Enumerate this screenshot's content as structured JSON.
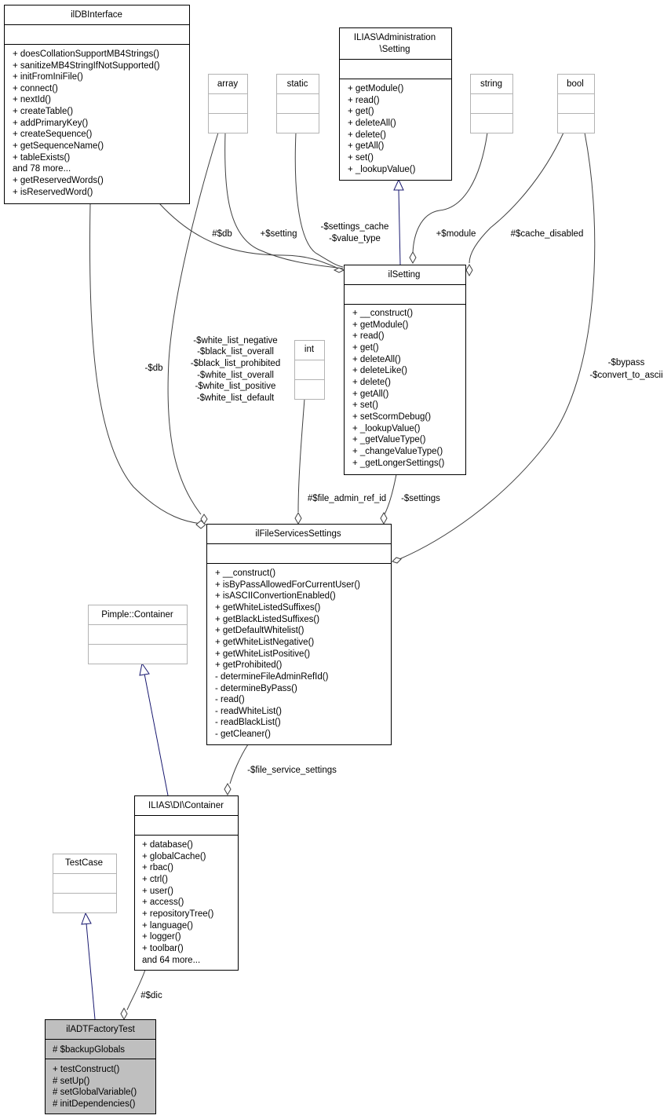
{
  "classes": {
    "dbinterface": {
      "name": "ilDBInterface",
      "attributes": [],
      "methods": [
        "+ doesCollationSupportMB4Strings()",
        "+ sanitizeMB4StringIfNotSupported()",
        "+ initFromIniFile()",
        "+ connect()",
        "+ nextId()",
        "+ createTable()",
        "+ addPrimaryKey()",
        "+ createSequence()",
        "+ getSequenceName()",
        "+ tableExists()",
        "and 78 more...",
        "+ getReservedWords()",
        "+ isReservedWord()"
      ]
    },
    "array": {
      "name": "array"
    },
    "static": {
      "name": "static"
    },
    "admin_setting": {
      "name_lines": [
        "ILIAS\\Administration",
        "\\Setting"
      ],
      "methods": [
        "+ getModule()",
        "+ read()",
        "+ get()",
        "+ deleteAll()",
        "+ delete()",
        "+ getAll()",
        "+ set()",
        "+ _lookupValue()"
      ]
    },
    "string": {
      "name": "string"
    },
    "bool": {
      "name": "bool"
    },
    "ilsetting": {
      "name": "ilSetting",
      "methods": [
        "+ __construct()",
        "+ getModule()",
        "+ read()",
        "+ get()",
        "+ deleteAll()",
        "+ deleteLike()",
        "+ delete()",
        "+ getAll()",
        "+ set()",
        "+ setScormDebug()",
        "+ _lookupValue()",
        "+ _getValueType()",
        "+ _changeValueType()",
        "+ _getLongerSettings()"
      ]
    },
    "int": {
      "name": "int"
    },
    "fileservices": {
      "name": "ilFileServicesSettings",
      "methods": [
        "+ __construct()",
        "+ isByPassAllowedForCurrentUser()",
        "+ isASCIIConvertionEnabled()",
        "+ getWhiteListedSuffixes()",
        "+ getBlackListedSuffixes()",
        "+ getDefaultWhitelist()",
        "+ getWhiteListNegative()",
        "+ getWhiteListPositive()",
        "+ getProhibited()",
        "- determineFileAdminRefId()",
        "- determineByPass()",
        "- read()",
        "- readWhiteList()",
        "- readBlackList()",
        "- getCleaner()"
      ]
    },
    "pimple": {
      "name": "Pimple::Container"
    },
    "di_container": {
      "name": "ILIAS\\DI\\Container",
      "methods": [
        "+ database()",
        "+ globalCache()",
        "+ rbac()",
        "+ ctrl()",
        "+ user()",
        "+ access()",
        "+ repositoryTree()",
        "+ language()",
        "+ logger()",
        "+ toolbar()",
        "and 64 more..."
      ]
    },
    "testcase": {
      "name": "TestCase"
    },
    "adtfactory": {
      "name": "ilADTFactoryTest",
      "attributes": [
        "# $backupGlobals"
      ],
      "methods": [
        "+ testConstruct()",
        "# setUp()",
        "# setGlobalVariable()",
        "# initDependencies()"
      ]
    }
  },
  "edge_labels": {
    "db_to_setting": "#$db",
    "setting_array": "+$setting",
    "settings_cache": [
      "-$settings_cache",
      "-$value_type"
    ],
    "module": "+$module",
    "cache_disabled": "#$cache_disabled",
    "db_to_fileservices": "-$db",
    "white_lists": [
      "-$white_list_negative",
      "-$black_list_overall",
      "-$black_list_prohibited",
      "-$white_list_overall",
      "-$white_list_positive",
      "-$white_list_default"
    ],
    "bypass": [
      "-$bypass",
      "-$convert_to_ascii"
    ],
    "file_admin_ref_id": "#$file_admin_ref_id",
    "settings": "-$settings",
    "file_service_settings": "-$file_service_settings",
    "dic": "#$dic"
  }
}
